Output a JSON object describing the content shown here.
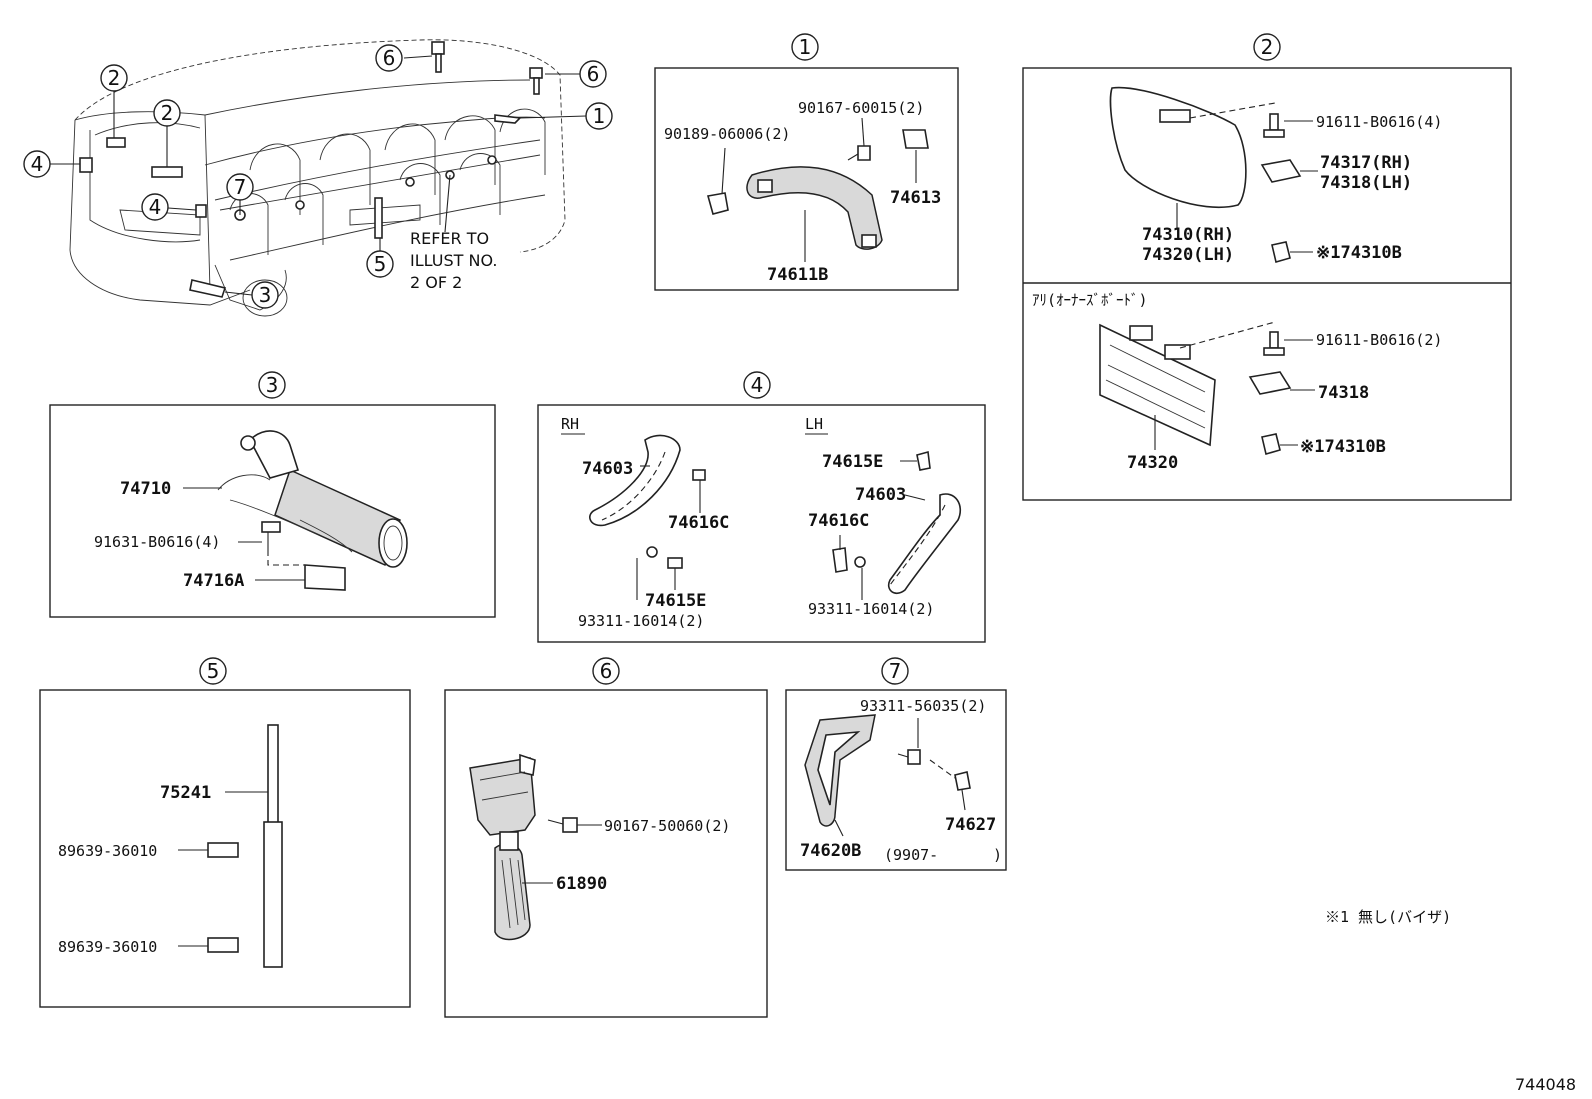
{
  "overview": {
    "refer_line1": "REFER TO",
    "refer_line2": "ILLUST NO.",
    "refer_line3": "2 OF 2"
  },
  "callouts": {
    "c1": "1",
    "c2": "2",
    "c3": "3",
    "c4": "4",
    "c5": "5",
    "c6": "6",
    "c7": "7"
  },
  "panel1": {
    "title": "1",
    "p1": "90167-60015(2)",
    "p2": "90189-06006(2)",
    "p3": "74613",
    "p4": "74611B"
  },
  "panel2": {
    "title": "2",
    "p1": "91611-B0616(4)",
    "p2": "74317(RH)",
    "p3": "74318(LH)",
    "p4": "74310(RH)",
    "p5": "74320(LH)",
    "p6": "※174310B",
    "sub_title": "ｱﾘ(ｵｰﾅｰｽﾞﾎﾞｰﾄﾞ)",
    "p7": "91611-B0616(2)",
    "p8": "74318",
    "p9": "74320",
    "p10": "※174310B"
  },
  "panel3": {
    "title": "3",
    "p1": "74710",
    "p2": "91631-B0616(4)",
    "p3": "74716A"
  },
  "panel4": {
    "title": "4",
    "rh": "RH",
    "lh": "LH",
    "p1": "74603",
    "p2": "74616C",
    "p3": "74615E",
    "p4": "93311-16014(2)",
    "p5": "74615E",
    "p6": "74603",
    "p7": "74616C",
    "p8": "93311-16014(2)"
  },
  "panel5": {
    "title": "5",
    "p1": "75241",
    "p2": "89639-36010",
    "p3": "89639-36010"
  },
  "panel6": {
    "title": "6",
    "p1": "90167-50060(2)",
    "p2": "61890"
  },
  "panel7": {
    "title": "7",
    "p1": "93311-56035(2)",
    "p2": "74627",
    "p3": "74620B",
    "p4": "(9907-",
    "p5": ")"
  },
  "footnote": "※1 無し(バイザ)",
  "figure_code": "744048"
}
